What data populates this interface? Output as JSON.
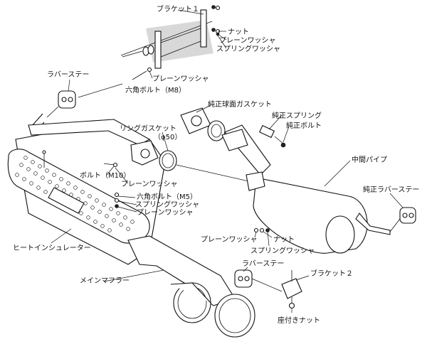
{
  "labels": {
    "bracket1": "ブラケット１",
    "nut_top": "ナット",
    "plain_washer_top": "プレーンワッシャ",
    "spring_washer_top": "スプリングワッシャ",
    "rubber_stay_top": "ラバーステー",
    "plain_washer_mid": "プレーンワッシャ",
    "hex_bolt_m8": "六角ボルト（M8）",
    "oem_gasket": "純正球面ガスケット",
    "oem_spring": "純正スプリング",
    "oem_bolt": "純正ボルト",
    "ring_gasket": "リングガスケット",
    "phi50": "（φ50）",
    "center_pipe": "中間パイプ",
    "bolt_m10": "ボルト（M10）",
    "plain_washer_left": "プレーンワッシャ",
    "hex_bolt_m5": "六角ボルト（M5）",
    "spring_washer_left": "スプリングワッシャ",
    "plain_washer_left2": "プレーンワッシャ",
    "oem_rubber_stay": "純正ラバーステー",
    "heat_insulator": "ヒートインシュレーター",
    "plain_washer_right": "プレーンワッシャ",
    "nut_right": "ナット",
    "spring_washer_right": "スプリングワッシャ",
    "main_muffler": "メインマフラー",
    "rubber_stay_bottom": "ラバーステー",
    "bracket2": "ブラケット２",
    "flange_nut": "座付きナット"
  }
}
